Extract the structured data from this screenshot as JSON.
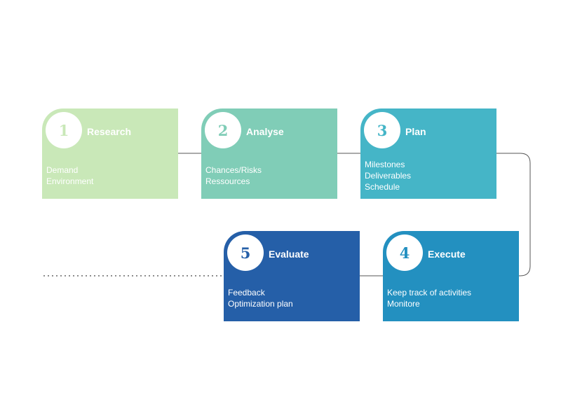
{
  "steps": [
    {
      "number": "1",
      "title": "Research",
      "lines": [
        "Demand",
        "Environment"
      ],
      "color": "#c9e8b8",
      "number_color": "#c9e8b8"
    },
    {
      "number": "2",
      "title": "Analyse",
      "lines": [
        "Chances/Risks",
        "Ressources"
      ],
      "color": "#80cdb7",
      "number_color": "#80cdb7"
    },
    {
      "number": "3",
      "title": "Plan",
      "lines": [
        "Milestones",
        "Deliverables",
        "Schedule"
      ],
      "color": "#45b5c7",
      "number_color": "#45b5c7"
    },
    {
      "number": "4",
      "title": "Execute",
      "lines": [
        "Keep track of activities",
        "Monitore"
      ],
      "color": "#2390c0",
      "number_color": "#2390c0"
    },
    {
      "number": "5",
      "title": "Evaluate",
      "lines": [
        "Feedback",
        "Optimization plan"
      ],
      "color": "#255fa8",
      "number_color": "#255fa8"
    }
  ],
  "connector_color": "#555555"
}
